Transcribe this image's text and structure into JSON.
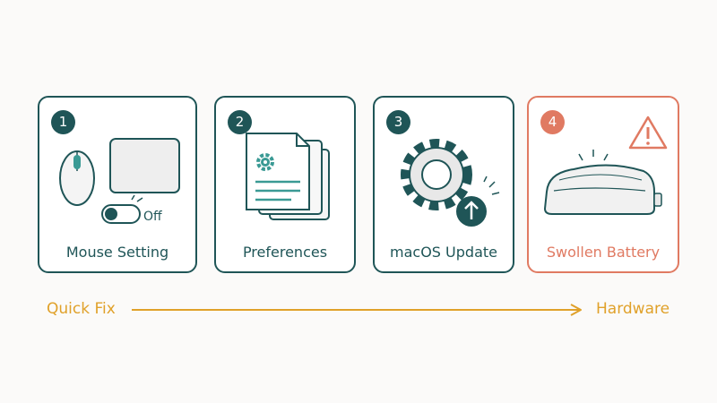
{
  "steps": [
    {
      "number": "1",
      "label": "Mouse Setting",
      "toggle_text": "Off"
    },
    {
      "number": "2",
      "label": "Preferences"
    },
    {
      "number": "3",
      "label": "macOS Update"
    },
    {
      "number": "4",
      "label": "Swollen Battery"
    }
  ],
  "flow": {
    "start_label": "Quick Fix",
    "end_label": "Hardware"
  },
  "colors": {
    "teal": "#1f5557",
    "accent_teal": "#3a9a94",
    "coral": "#e07a62",
    "amber": "#e0a12a",
    "gray": "#eeeeee"
  },
  "icons": [
    "mouse-icon",
    "trackpad-icon",
    "toggle-icon",
    "documents-icon",
    "gear-icon",
    "upload-arrow-icon",
    "warning-icon",
    "battery-icon"
  ]
}
